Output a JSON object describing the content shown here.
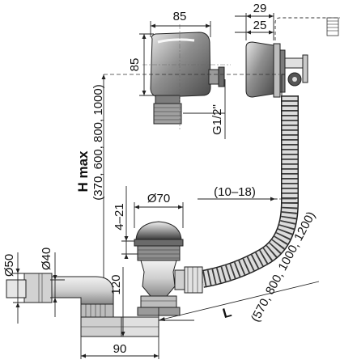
{
  "drawing": {
    "dim_85_top": "85",
    "dim_85_side": "85",
    "dim_29": "29",
    "dim_25": "25",
    "dim_g12": "G1/2\"",
    "h_max": "H max",
    "h_values": "(370, 600, 800, 1000)",
    "dim_10_18": "(10–18)",
    "dim_4_21": "4–21",
    "dim_70": "Ø70",
    "dim_50": "Ø50",
    "dim_40": "Ø40",
    "dim_120": "120",
    "dim_90": "90",
    "l_label": "L",
    "l_values": "(570, 800, 1000, 1200)"
  },
  "colors": {
    "metal_dark": "#5a5a5a",
    "metal_mid": "#8c8c8c",
    "metal_light": "#c8c8c8",
    "plastic": "#d9d9d9",
    "line": "#222222"
  }
}
